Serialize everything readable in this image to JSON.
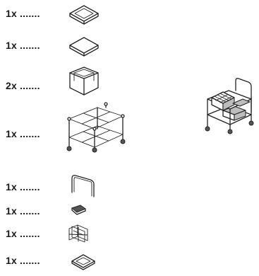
{
  "parts_list": [
    {
      "quantity_label": "1x .......",
      "icon": "tray-lid-icon"
    },
    {
      "quantity_label": "1x .......",
      "icon": "flat-tray-icon"
    },
    {
      "quantity_label": "2x .......",
      "icon": "storage-box-icon"
    },
    {
      "quantity_label": "1x .......",
      "icon": "cart-frame-icon"
    },
    {
      "quantity_label": "1x .......",
      "icon": "push-handle-icon"
    },
    {
      "quantity_label": "1x .......",
      "icon": "bracket-icon"
    },
    {
      "quantity_label": "1x .......",
      "icon": "divider-insert-icon"
    },
    {
      "quantity_label": "1x .......",
      "icon": "frame-tray-icon"
    }
  ],
  "assembled_view": {
    "icon": "assembled-cart-icon"
  }
}
